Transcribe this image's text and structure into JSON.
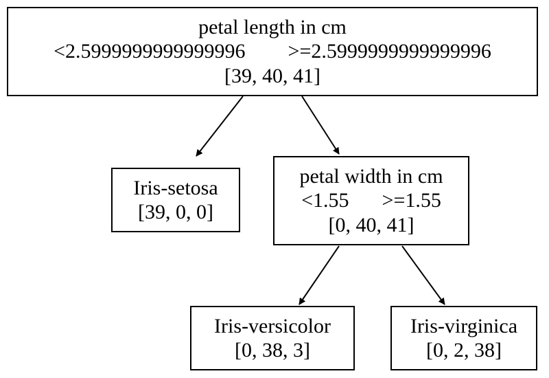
{
  "tree": {
    "root": {
      "feature": "petal length in cm",
      "left_branch": "<2.5999999999999996",
      "right_branch": ">=2.5999999999999996",
      "counts": "[39, 40, 41]"
    },
    "leaf_setosa": {
      "label": "Iris-setosa",
      "counts": "[39, 0, 0]"
    },
    "petal_width": {
      "feature": "petal width in cm",
      "left_branch": "<1.55",
      "right_branch": ">=1.55",
      "counts": "[0, 40, 41]"
    },
    "leaf_versicolor": {
      "label": "Iris-versicolor",
      "counts": "[0, 38, 3]"
    },
    "leaf_virginica": {
      "label": "Iris-virginica",
      "counts": "[0, 2, 38]"
    }
  }
}
